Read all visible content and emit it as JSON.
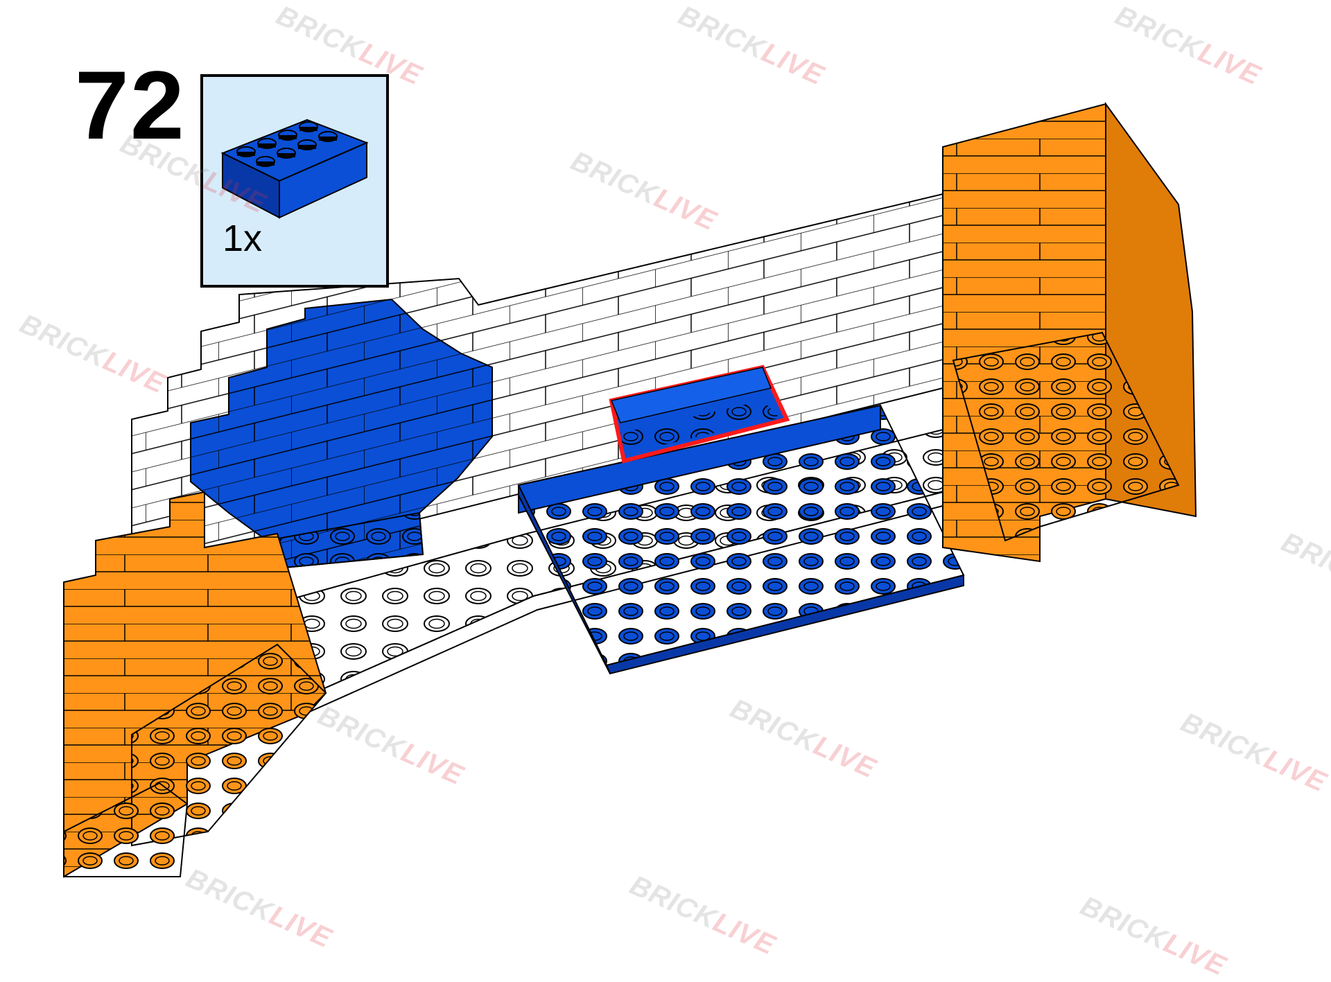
{
  "step": {
    "number": "72"
  },
  "parts_callout": {
    "quantity_label": "1x",
    "part_color": "#0a4fd6",
    "background": "#d6ecfb"
  },
  "colors": {
    "blue": "#0a4fd6",
    "blue_dark": "#0838a8",
    "orange": "#ff9418",
    "orange_dark": "#e07c08",
    "white_brick": "#ffffff",
    "highlight": "#ff1a1a"
  },
  "watermark": {
    "part_a": "BRICK",
    "part_b": "LIVE"
  }
}
